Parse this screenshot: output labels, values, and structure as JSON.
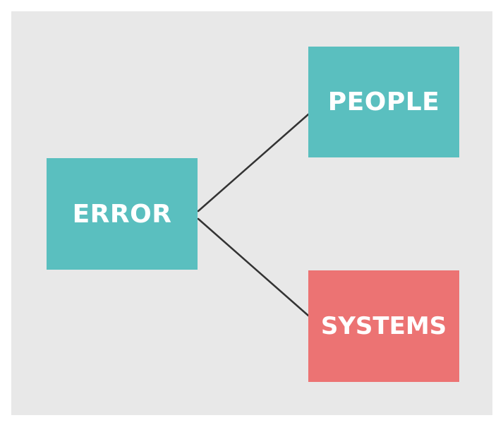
{
  "colors": {
    "background": "#e8e8e8",
    "teal": "#5abfbf",
    "coral": "#ec7373",
    "connector": "#333333",
    "text": "#ffffff"
  },
  "nodes": {
    "root": {
      "label": "ERROR"
    },
    "top": {
      "label": "PEOPLE"
    },
    "bottom": {
      "label": "SYSTEMS"
    }
  },
  "edges": [
    {
      "from": "ERROR",
      "to": "PEOPLE"
    },
    {
      "from": "ERROR",
      "to": "SYSTEMS"
    }
  ]
}
